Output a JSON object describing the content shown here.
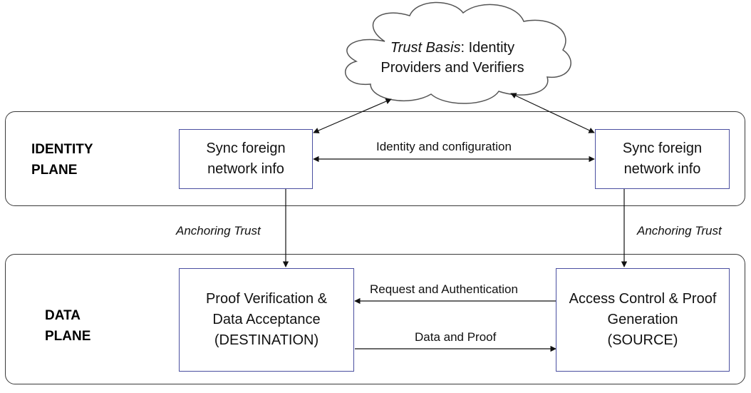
{
  "planes": {
    "identity": {
      "label_line1": "IDENTITY",
      "label_line2": "PLANE"
    },
    "data": {
      "label_line1": "DATA",
      "label_line2": "PLANE"
    }
  },
  "cloud": {
    "title_italic": "Trust Basis",
    "title_rest": ": Identity",
    "line2": "Providers and Verifiers"
  },
  "boxes": {
    "sync_left": {
      "line1": "Sync foreign",
      "line2": "network info"
    },
    "sync_right": {
      "line1": "Sync foreign",
      "line2": "network info"
    },
    "destination": {
      "line1": "Proof Verification &",
      "line2": "Data Acceptance",
      "line3": "(DESTINATION)"
    },
    "source": {
      "line1": "Access Control & Proof",
      "line2": "Generation",
      "line3": "(SOURCE)"
    }
  },
  "edges": {
    "identity_config": "Identity and configuration",
    "anchoring_left": "Anchoring Trust",
    "anchoring_right": "Anchoring Trust",
    "request_auth": "Request and Authentication",
    "data_proof": "Data and Proof"
  }
}
